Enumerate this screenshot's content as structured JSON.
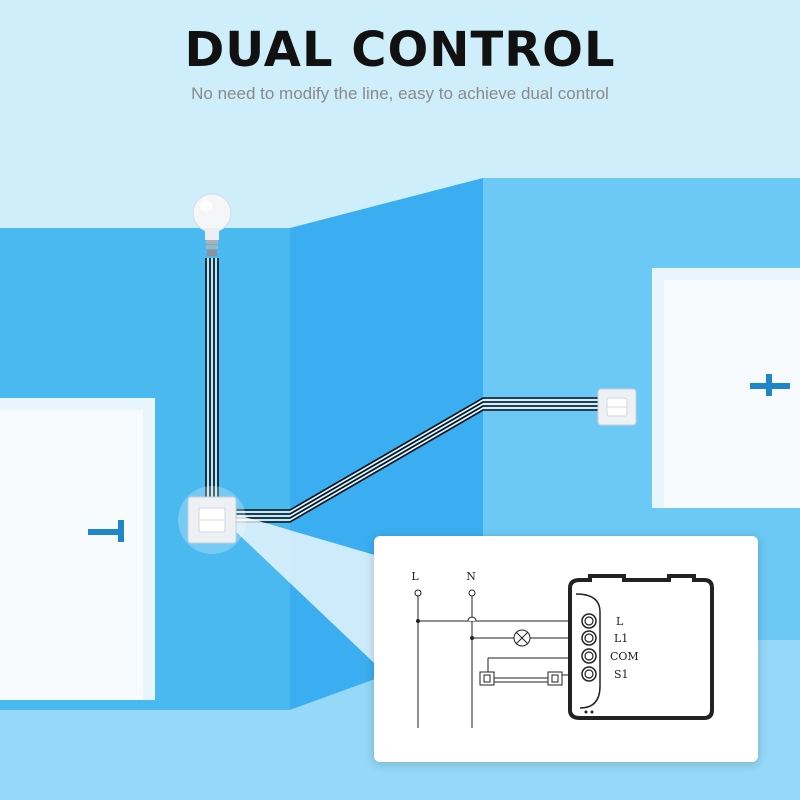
{
  "header": {
    "title": "DUAL CONTROL",
    "subtitle": "No need to modify the line, easy to achieve dual control"
  },
  "colors": {
    "sky": "#cfeefb",
    "wall_left": "#3fb3ee",
    "wall_right": "#5ec3f4",
    "floor": "#8ed6f7",
    "door": "#f4fafd",
    "handle": "#1f86c9",
    "wire": "#111111",
    "card": "#ffffff"
  },
  "scene": {
    "bulb_icon": "light-bulb-icon",
    "main_switch_icon": "wall-switch-icon",
    "remote_switch_icon": "wall-switch-icon"
  },
  "wiring_diagram": {
    "supply_labels": [
      "L",
      "N"
    ],
    "terminal_labels": [
      "L",
      "L1",
      "COM",
      "S1"
    ]
  }
}
